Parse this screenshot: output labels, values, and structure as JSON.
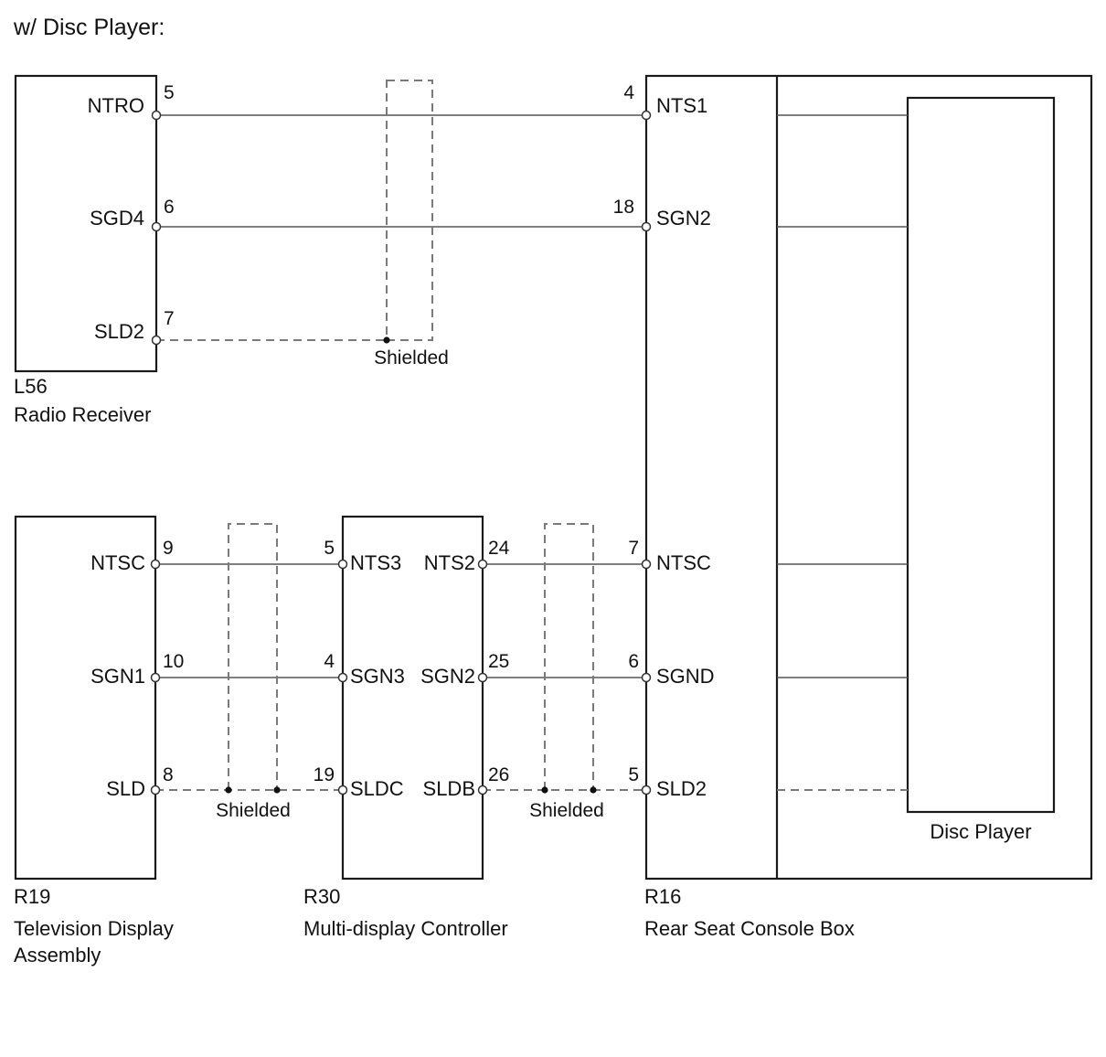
{
  "title": "w/ Disc Player:",
  "components": {
    "l56": {
      "code": "L56",
      "name": "Radio Receiver"
    },
    "r19": {
      "code": "R19",
      "name_line1": "Television Display",
      "name_line2": "Assembly"
    },
    "r30": {
      "code": "R30",
      "name": "Multi-display Controller"
    },
    "r16": {
      "code": "R16",
      "name": "Rear Seat Console Box"
    },
    "disc": {
      "name": "Disc Player"
    }
  },
  "pins": {
    "l56_ntro": {
      "label": "NTRO",
      "num": "5"
    },
    "l56_sgd4": {
      "label": "SGD4",
      "num": "6"
    },
    "l56_sld2": {
      "label": "SLD2",
      "num": "7"
    },
    "r16_nts1": {
      "label": "NTS1",
      "num": "4"
    },
    "r16_sgn2": {
      "label": "SGN2",
      "num": "18"
    },
    "r16_ntsc": {
      "label": "NTSC",
      "num": "7"
    },
    "r16_sgnd": {
      "label": "SGND",
      "num": "6"
    },
    "r16_sld2": {
      "label": "SLD2",
      "num": "5"
    },
    "r19_ntsc": {
      "label": "NTSC",
      "num": "9"
    },
    "r19_sgn1": {
      "label": "SGN1",
      "num": "10"
    },
    "r19_sld": {
      "label": "SLD",
      "num": "8"
    },
    "r30_nts3": {
      "label": "NTS3",
      "num": "5"
    },
    "r30_sgn3": {
      "label": "SGN3",
      "num": "4"
    },
    "r30_sldc": {
      "label": "SLDC",
      "num": "19"
    },
    "r30_nts2": {
      "label": "NTS2",
      "num": "24"
    },
    "r30_sgn2": {
      "label": "SGN2",
      "num": "25"
    },
    "r30_sldb": {
      "label": "SLDB",
      "num": "26"
    }
  },
  "shield_labels": {
    "top": "Shielded",
    "left": "Shielded",
    "right": "Shielded"
  }
}
